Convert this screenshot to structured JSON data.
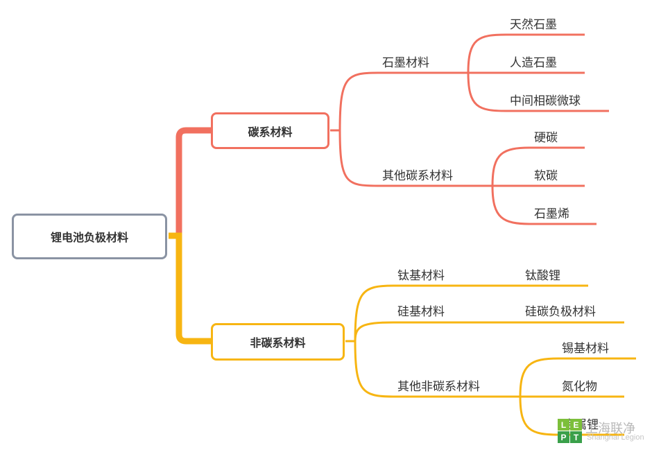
{
  "colors": {
    "root_border": "#8a93a3",
    "carbon": "#f1705f",
    "non_carbon": "#f7b512",
    "text": "#333333"
  },
  "root": {
    "label": "锂电池负极材料"
  },
  "carbon": {
    "label": "碳系材料",
    "graphite": {
      "label": "石墨材料",
      "items": [
        "天然石墨",
        "人造石墨",
        "中间相碳微球"
      ]
    },
    "other": {
      "label": "其他碳系材料",
      "items": [
        "硬碳",
        "软碳",
        "石墨烯"
      ]
    }
  },
  "non_carbon": {
    "label": "非碳系材料",
    "titanium": {
      "label": "钛基材料",
      "items": [
        "钛酸锂"
      ]
    },
    "silicon": {
      "label": "硅基材料",
      "items": [
        "硅碳负极材料"
      ]
    },
    "other": {
      "label": "其他非碳系材料",
      "items": [
        "锡基材料",
        "氮化物",
        "金属锂"
      ]
    }
  },
  "watermark": {
    "letters": [
      "L",
      "E",
      "P",
      "T"
    ],
    "text": "上海联净",
    "subtext": "Shanghai Legion"
  }
}
